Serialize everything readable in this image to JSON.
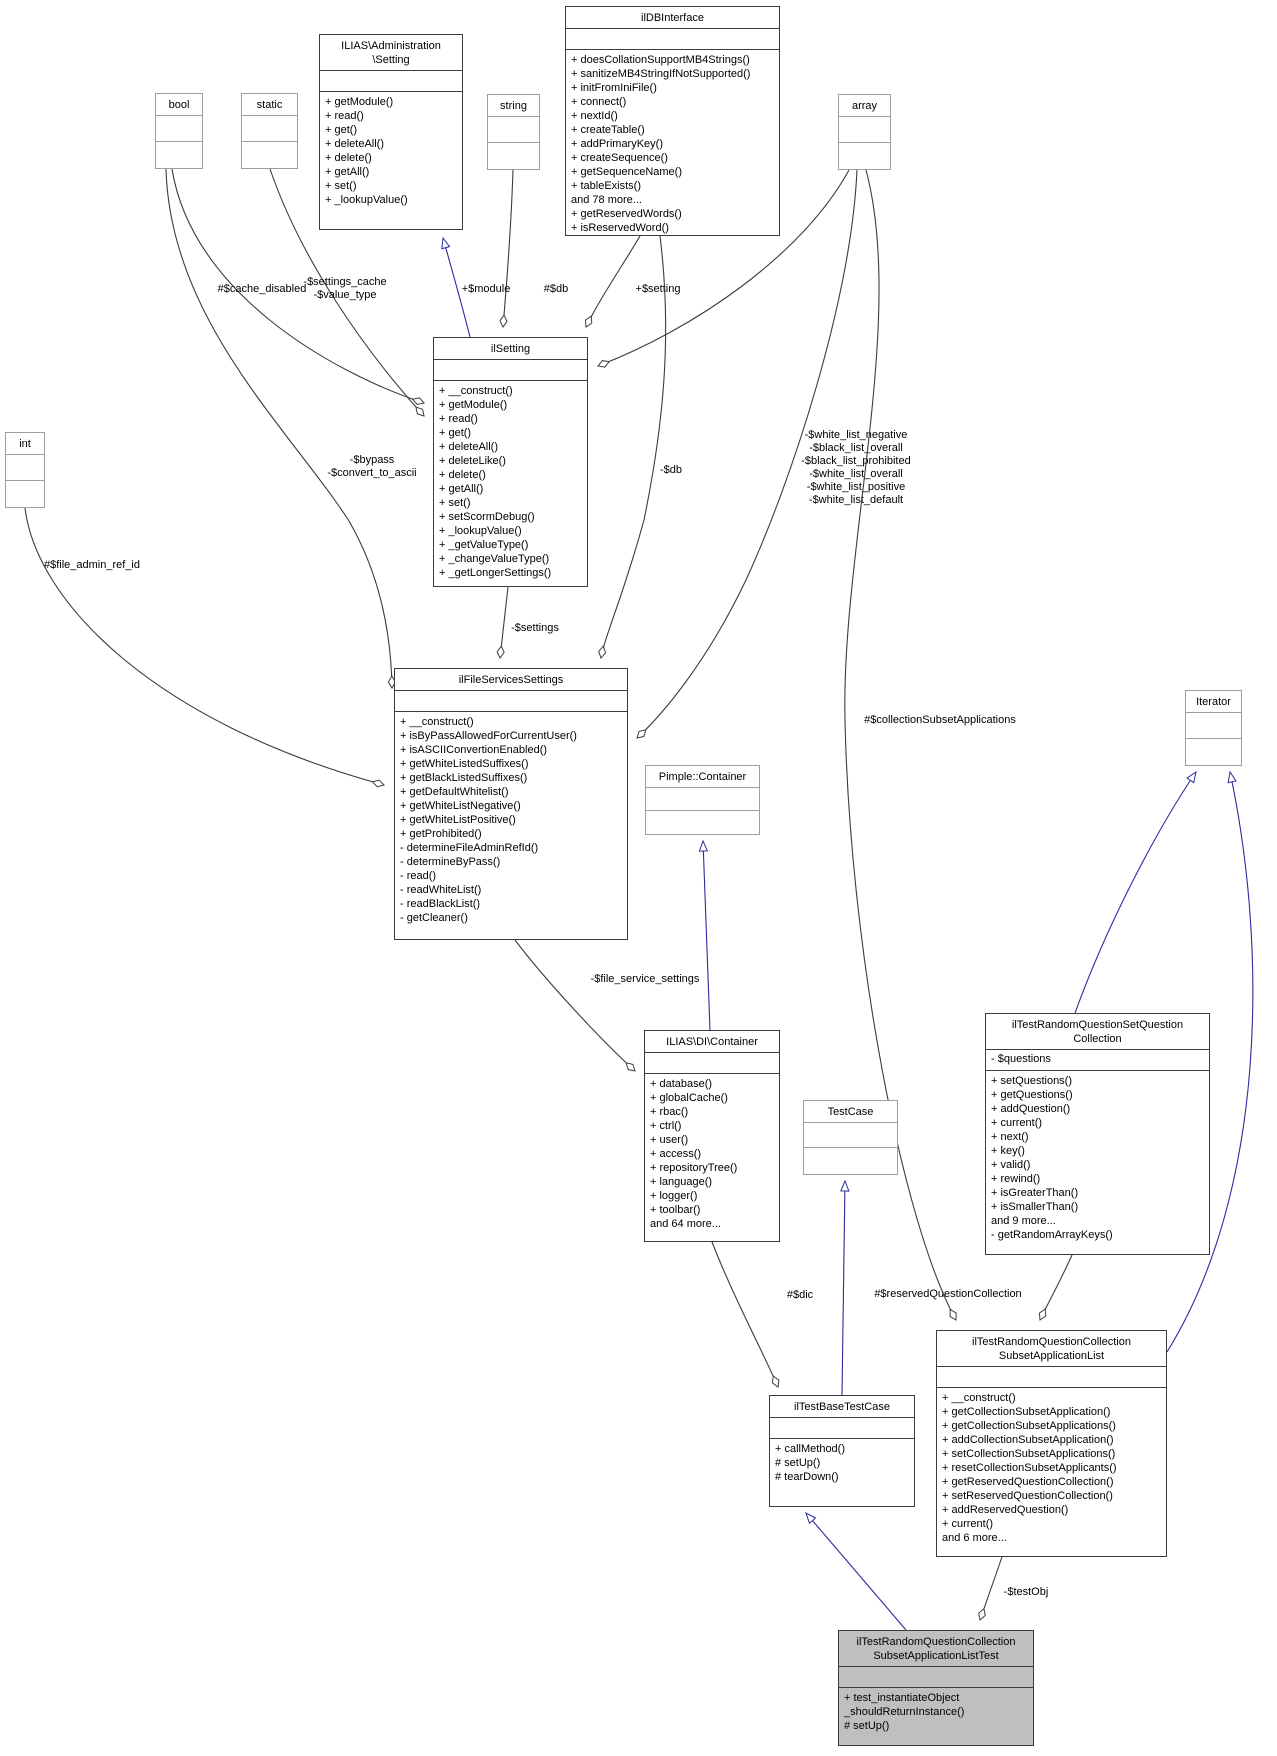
{
  "diagram": {
    "type": "uml-collaboration-diagram",
    "colors": {
      "inheritance_edge": "#2b2ba0",
      "usage_edge": "#3c3c3c",
      "class_border": "#3c3c3c",
      "external_border": "#9e9e9e",
      "selected_node_fill": "#bfbfbf",
      "node_fill": "#ffffff"
    },
    "nodes": [
      {
        "id": "bool",
        "kind": "primitive",
        "title_lines": [
          "bool"
        ],
        "attributes": [],
        "methods": []
      },
      {
        "id": "static",
        "kind": "primitive",
        "title_lines": [
          "static"
        ],
        "attributes": [],
        "methods": []
      },
      {
        "id": "adminsetting",
        "kind": "class",
        "title_lines": [
          "ILIAS\\Administration",
          "\\Setting"
        ],
        "attributes": [],
        "methods": [
          "+ getModule()",
          "+ read()",
          "+ get()",
          "+ deleteAll()",
          "+ delete()",
          "+ getAll()",
          "+ set()",
          "+ _lookupValue()"
        ]
      },
      {
        "id": "string",
        "kind": "primitive",
        "title_lines": [
          "string"
        ],
        "attributes": [],
        "methods": []
      },
      {
        "id": "ildbinterface",
        "kind": "class",
        "title_lines": [
          "ilDBInterface"
        ],
        "attributes": [],
        "methods": [
          "+ doesCollationSupportMB4Strings()",
          "+ sanitizeMB4StringIfNotSupported()",
          "+ initFromIniFile()",
          "+ connect()",
          "+ nextId()",
          "+ createTable()",
          "+ addPrimaryKey()",
          "+ createSequence()",
          "+ getSequenceName()",
          "+ tableExists()",
          "and 78 more...",
          "+ getReservedWords()",
          "+ isReservedWord()"
        ]
      },
      {
        "id": "array",
        "kind": "primitive",
        "title_lines": [
          "array"
        ],
        "attributes": [],
        "methods": []
      },
      {
        "id": "int",
        "kind": "primitive",
        "title_lines": [
          "int"
        ],
        "attributes": [],
        "methods": []
      },
      {
        "id": "ilsetting",
        "kind": "class",
        "title_lines": [
          "ilSetting"
        ],
        "attributes": [],
        "methods": [
          "+ __construct()",
          "+ getModule()",
          "+ read()",
          "+ get()",
          "+ deleteAll()",
          "+ deleteLike()",
          "+ delete()",
          "+ getAll()",
          "+ set()",
          "+ setScormDebug()",
          "+ _lookupValue()",
          "+ _getValueType()",
          "+ _changeValueType()",
          "+ _getLongerSettings()"
        ]
      },
      {
        "id": "filesettings",
        "kind": "class",
        "title_lines": [
          "ilFileServicesSettings"
        ],
        "attributes": [],
        "methods": [
          "+ __construct()",
          "+ isByPassAllowedForCurrentUser()",
          "+ isASCIIConvertionEnabled()",
          "+ getWhiteListedSuffixes()",
          "+ getBlackListedSuffixes()",
          "+ getDefaultWhitelist()",
          "+ getWhiteListNegative()",
          "+ getWhiteListPositive()",
          "+ getProhibited()",
          "- determineFileAdminRefId()",
          "- determineByPass()",
          "- read()",
          "- readWhiteList()",
          "- readBlackList()",
          "- getCleaner()"
        ]
      },
      {
        "id": "pimple",
        "kind": "primitive",
        "title_lines": [
          "Pimple::Container"
        ],
        "attributes": [],
        "methods": []
      },
      {
        "id": "dicontainer",
        "kind": "class",
        "title_lines": [
          "ILIAS\\DI\\Container"
        ],
        "attributes": [],
        "methods": [
          "+ database()",
          "+ globalCache()",
          "+ rbac()",
          "+ ctrl()",
          "+ user()",
          "+ access()",
          "+ repositoryTree()",
          "+ language()",
          "+ logger()",
          "+ toolbar()",
          "and 64 more..."
        ]
      },
      {
        "id": "testcase",
        "kind": "primitive",
        "title_lines": [
          "TestCase"
        ],
        "attributes": [],
        "methods": []
      },
      {
        "id": "qcollection",
        "kind": "class",
        "title_lines": [
          "ilTestRandomQuestionSetQuestion",
          "Collection"
        ],
        "attributes": [
          "- $questions"
        ],
        "methods": [
          "+ setQuestions()",
          "+ getQuestions()",
          "+ addQuestion()",
          "+ current()",
          "+ next()",
          "+ key()",
          "+ valid()",
          "+ rewind()",
          "+ isGreaterThan()",
          "+ isSmallerThan()",
          "and 9 more...",
          "- getRandomArrayKeys()"
        ]
      },
      {
        "id": "iterator",
        "kind": "primitive",
        "title_lines": [
          "Iterator"
        ],
        "attributes": [],
        "methods": []
      },
      {
        "id": "subsetlist",
        "kind": "class",
        "title_lines": [
          "ilTestRandomQuestionCollection",
          "SubsetApplicationList"
        ],
        "attributes": [],
        "methods": [
          "+ __construct()",
          "+ getCollectionSubsetApplication()",
          "+ getCollectionSubsetApplications()",
          "+ addCollectionSubsetApplication()",
          "+ setCollectionSubsetApplications()",
          "+ resetCollectionSubsetApplicants()",
          "+ getReservedQuestionCollection()",
          "+ setReservedQuestionCollection()",
          "+ addReservedQuestion()",
          "+ current()",
          "and 6 more..."
        ]
      },
      {
        "id": "basetest",
        "kind": "class",
        "title_lines": [
          "ilTestBaseTestCase"
        ],
        "attributes": [],
        "methods": [
          "+ callMethod()",
          "# setUp()",
          "# tearDown()"
        ]
      },
      {
        "id": "maintest",
        "kind": "class class-selected",
        "title_lines": [
          "ilTestRandomQuestionCollection",
          "SubsetApplicationListTest"
        ],
        "attributes": [],
        "methods": [
          "+ test_instantiateObject",
          "_shouldReturnInstance()",
          "# setUp()"
        ]
      }
    ],
    "edges": [
      {
        "id": "i-set-admin",
        "from": "ilsetting",
        "to": "adminsetting",
        "relation": "inheritance",
        "label_lines": []
      },
      {
        "id": "i-di-pimple",
        "from": "dicontainer",
        "to": "pimple",
        "relation": "inheritance",
        "label_lines": []
      },
      {
        "id": "i-base-tc",
        "from": "basetest",
        "to": "testcase",
        "relation": "inheritance",
        "label_lines": []
      },
      {
        "id": "i-main-base",
        "from": "maintest",
        "to": "basetest",
        "relation": "inheritance",
        "label_lines": []
      },
      {
        "id": "i-qcol-iter",
        "from": "qcollection",
        "to": "iterator",
        "relation": "inheritance",
        "label_lines": []
      },
      {
        "id": "i-sub-iter",
        "from": "subsetlist",
        "to": "iterator",
        "relation": "inheritance",
        "label_lines": []
      },
      {
        "id": "u-bool-set",
        "from": "bool",
        "to": "ilsetting",
        "relation": "aggregation",
        "label_lines": [
          "#$cache_disabled"
        ]
      },
      {
        "id": "u-static-set",
        "from": "static",
        "to": "ilsetting",
        "relation": "aggregation",
        "label_lines": [
          "-$settings_cache",
          "-$value_type"
        ]
      },
      {
        "id": "u-string-set",
        "from": "string",
        "to": "ilsetting",
        "relation": "aggregation",
        "label_lines": [
          "+$module"
        ]
      },
      {
        "id": "u-db-set",
        "from": "ildbinterface",
        "to": "ilsetting",
        "relation": "aggregation",
        "label_lines": [
          "#$db"
        ]
      },
      {
        "id": "u-array-set",
        "from": "array",
        "to": "ilsetting",
        "relation": "aggregation",
        "label_lines": [
          "+$setting"
        ]
      },
      {
        "id": "u-db-files",
        "from": "ildbinterface",
        "to": "filesettings",
        "relation": "aggregation",
        "label_lines": [
          "-$db"
        ]
      },
      {
        "id": "u-array-files",
        "from": "array",
        "to": "filesettings",
        "relation": "aggregation",
        "label_lines": [
          "-$white_list_negative",
          "-$black_list_overall",
          "-$black_list_prohibited",
          "-$white_list_overall",
          "-$white_list_positive",
          "-$white_list_default"
        ]
      },
      {
        "id": "u-bool-files",
        "from": "bool",
        "to": "filesettings",
        "relation": "aggregation",
        "label_lines": [
          "-$bypass",
          "-$convert_to_ascii"
        ]
      },
      {
        "id": "u-int-files",
        "from": "int",
        "to": "filesettings",
        "relation": "aggregation",
        "label_lines": [
          "#$file_admin_ref_id"
        ]
      },
      {
        "id": "u-set-files",
        "from": "ilsetting",
        "to": "filesettings",
        "relation": "aggregation",
        "label_lines": [
          "-$settings"
        ]
      },
      {
        "id": "u-files-di",
        "from": "filesettings",
        "to": "dicontainer",
        "relation": "aggregation",
        "label_lines": [
          "-$file_service_settings"
        ]
      },
      {
        "id": "u-di-base",
        "from": "dicontainer",
        "to": "basetest",
        "relation": "aggregation",
        "label_lines": [
          "#$dic"
        ]
      },
      {
        "id": "u-qcol-sub",
        "from": "qcollection",
        "to": "subsetlist",
        "relation": "aggregation",
        "label_lines": [
          "#$reservedQuestionCollection"
        ]
      },
      {
        "id": "u-array-sub",
        "from": "array",
        "to": "subsetlist",
        "relation": "aggregation",
        "label_lines": [
          "#$collectionSubsetApplications"
        ]
      },
      {
        "id": "u-sub-main",
        "from": "subsetlist",
        "to": "maintest",
        "relation": "aggregation",
        "label_lines": [
          "-$testObj"
        ]
      }
    ]
  }
}
